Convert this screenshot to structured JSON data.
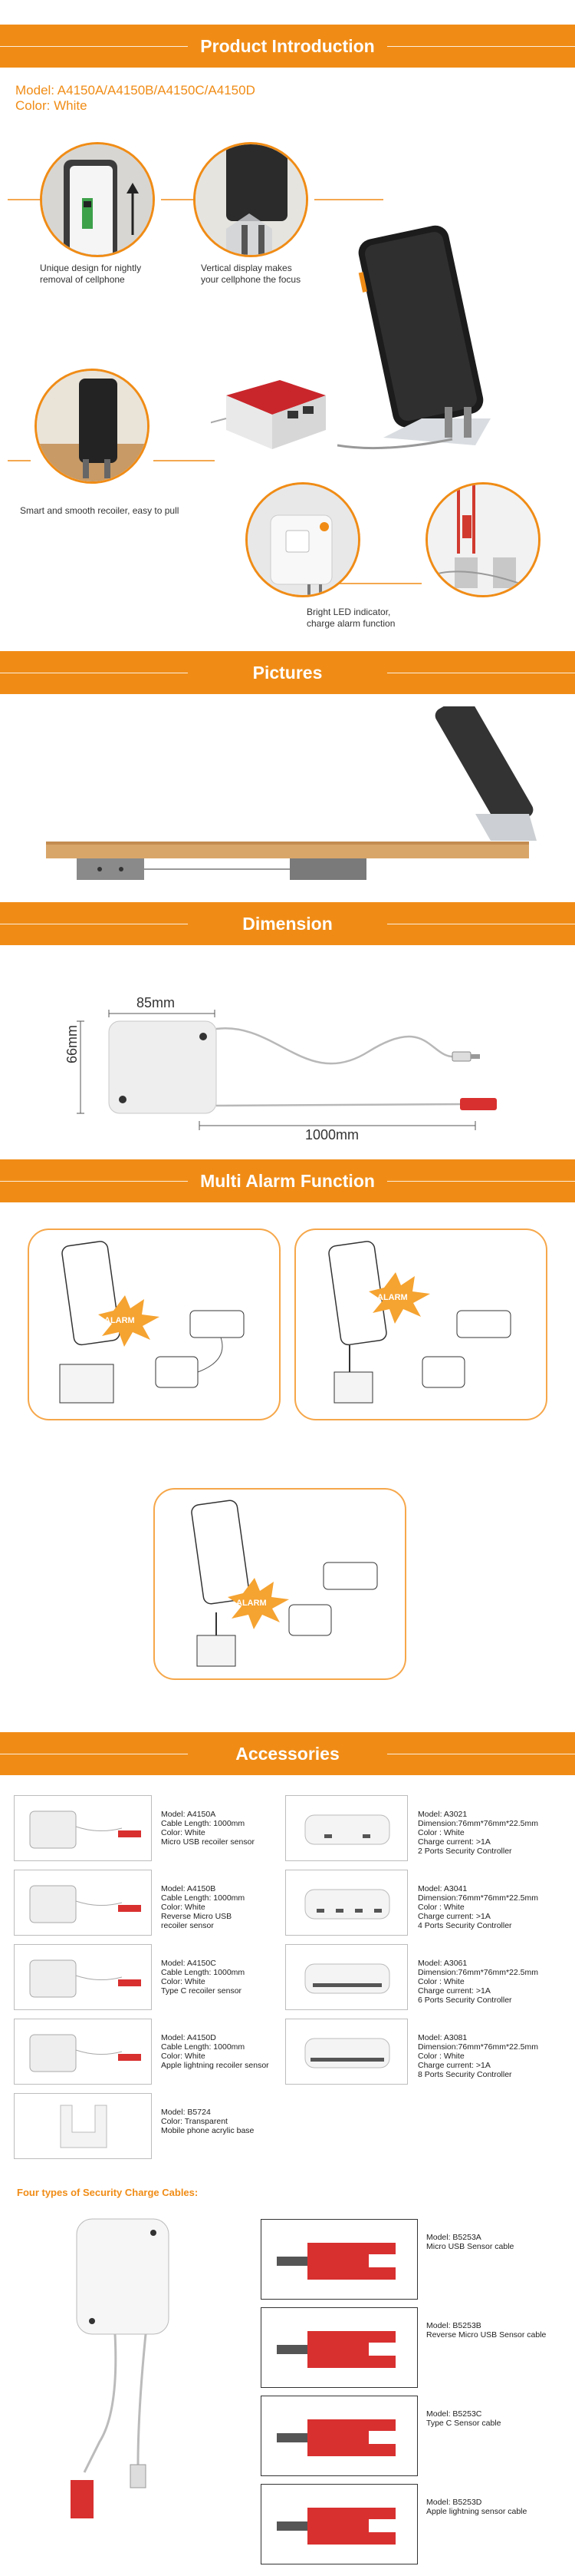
{
  "sections": {
    "intro": "Product Introduction",
    "pictures": "Pictures",
    "dimension": "Dimension",
    "alarm": "Multi Alarm Function",
    "accessories": "Accessories"
  },
  "intro": {
    "model_line": "Model: A4150A/A4150B/A4150C/A4150D",
    "color_line": "Color: White",
    "features": [
      "Unique design for nightly\nremoval of cellphone",
      "Vertical display makes\nyour cellphone the focus",
      "Smart and smooth recoiler, easy to pull",
      "Bright LED indicator,\ncharge alarm function"
    ]
  },
  "dimension": {
    "width": "85mm",
    "height": "66mm",
    "cable": "1000mm"
  },
  "alarm_label": "ALARM",
  "accessories_left": [
    {
      "lines": [
        "Model: A4150A",
        "Cable Length: 1000mm",
        "Color: White",
        "Micro USB recoiler sensor"
      ]
    },
    {
      "lines": [
        "Model: A4150B",
        "Cable Length: 1000mm",
        "Color: White",
        "Reverse Micro USB",
        "recoiler sensor"
      ]
    },
    {
      "lines": [
        "Model: A4150C",
        "Cable Length: 1000mm",
        "Color: White",
        "Type C recoiler sensor"
      ]
    },
    {
      "lines": [
        "Model: A4150D",
        "Cable Length: 1000mm",
        "Color: White",
        "Apple lightning recoiler sensor"
      ]
    },
    {
      "lines": [
        "Model: B5724",
        "Color: Transparent",
        "Mobile phone acrylic base"
      ]
    }
  ],
  "accessories_right": [
    {
      "lines": [
        "Model: A3021",
        "Dimension:76mm*76mm*22.5mm",
        "Color : White",
        "Charge current: >1A",
        "2 Ports Security Controller"
      ]
    },
    {
      "lines": [
        "Model: A3041",
        "Dimension:76mm*76mm*22.5mm",
        "Color : White",
        "Charge current: >1A",
        "4 Ports Security Controller"
      ]
    },
    {
      "lines": [
        "Model: A3061",
        "Dimension:76mm*76mm*22.5mm",
        "Color : White",
        "Charge current: >1A",
        "6 Ports Security Controller"
      ]
    },
    {
      "lines": [
        "Model: A3081",
        "Dimension:76mm*76mm*22.5mm",
        "Color : White",
        "Charge current: >1A",
        "8 Ports Security Controller"
      ]
    }
  ],
  "cables": {
    "title": "Four  types of Security Charge Cables:",
    "items": [
      {
        "model": "Model: B5253A",
        "desc": "Micro USB Sensor cable"
      },
      {
        "model": "Model: B5253B",
        "desc": "Reverse Micro USB Sensor cable"
      },
      {
        "model": "Model: B5253C",
        "desc": "Type C Sensor cable"
      },
      {
        "model": "Model: B5253D",
        "desc": "Apple lightning sensor cable"
      }
    ]
  },
  "colors": {
    "accent": "#f08c16",
    "accessory_red": "#d8302f",
    "wood": "#d9a66a"
  }
}
